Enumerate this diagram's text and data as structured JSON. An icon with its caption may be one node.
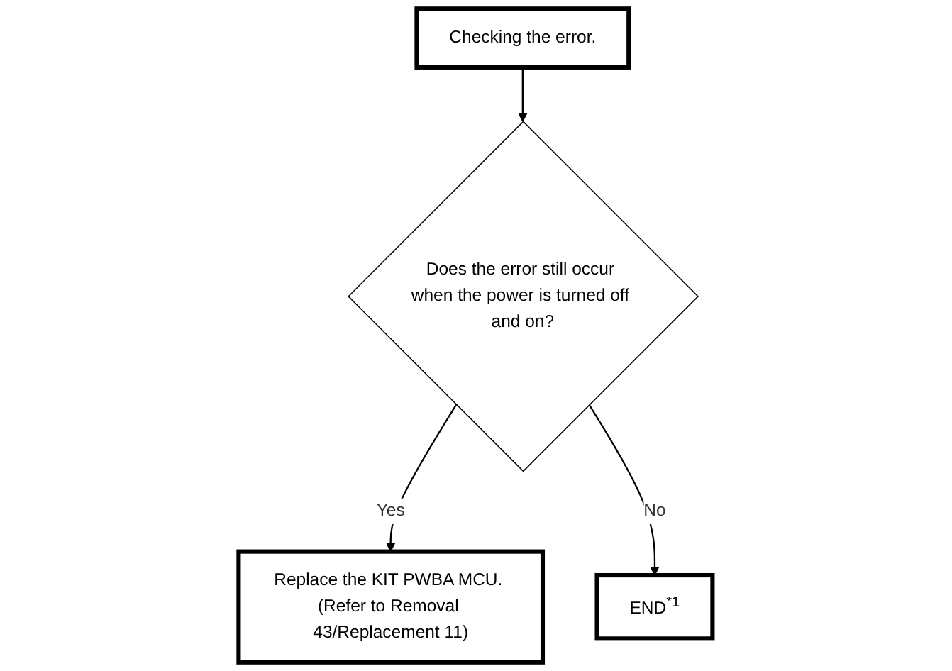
{
  "diagram": {
    "nodes": [
      {
        "text": [
          "Checking the error."
        ]
      },
      {
        "text": [
          "Does the error still occur when the power is turned off and on?"
        ]
      },
      {
        "text": [
          "Replace the KIT PWBA MCU. (Refer to Removal 43/Replacement 11)"
        ]
      },
      {
        "text": [
          "END$^{*1}$"
        ]
      }
    ],
    "edges": [
      {
        "from": 0,
        "to": 1,
        "arrow": "to"
      },
      {
        "from": 1,
        "to": 2,
        "arrow": "to",
        "label": "Yes"
      },
      {
        "from": 1,
        "to": 3,
        "arrow": "to",
        "label": "No"
      }
    ]
  }
}
